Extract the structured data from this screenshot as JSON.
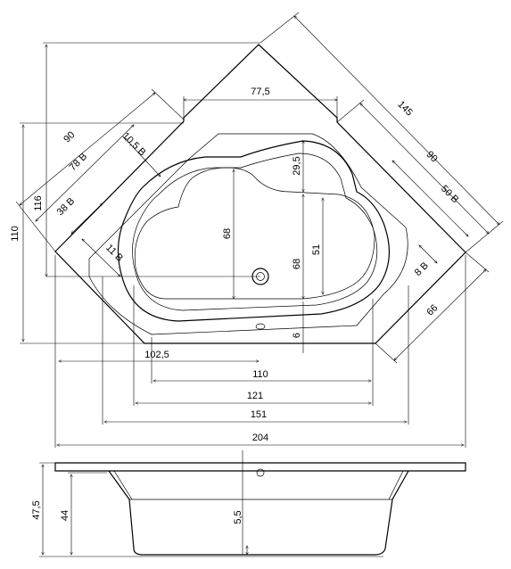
{
  "plan_view": {
    "dimensions": {
      "top_width": "77,5",
      "diag_145": "145",
      "diag_90_right": "90",
      "diag_90_left": "90",
      "b78": "78 B",
      "b105": "10,5 B",
      "h116": "116",
      "b38": "38 B",
      "h110": "110",
      "b11": "11 B",
      "d295": "29,5",
      "d68_left": "68",
      "d68_right": "68",
      "d51": "51",
      "b50": "50 B",
      "b8": "8 B",
      "d66": "66",
      "d6": "6",
      "w1025": "102,5",
      "w110": "110",
      "w121": "121",
      "w151": "151",
      "w204": "204"
    }
  },
  "side_view": {
    "dimensions": {
      "h475": "47,5",
      "h44": "44",
      "h55": "5,5"
    }
  }
}
